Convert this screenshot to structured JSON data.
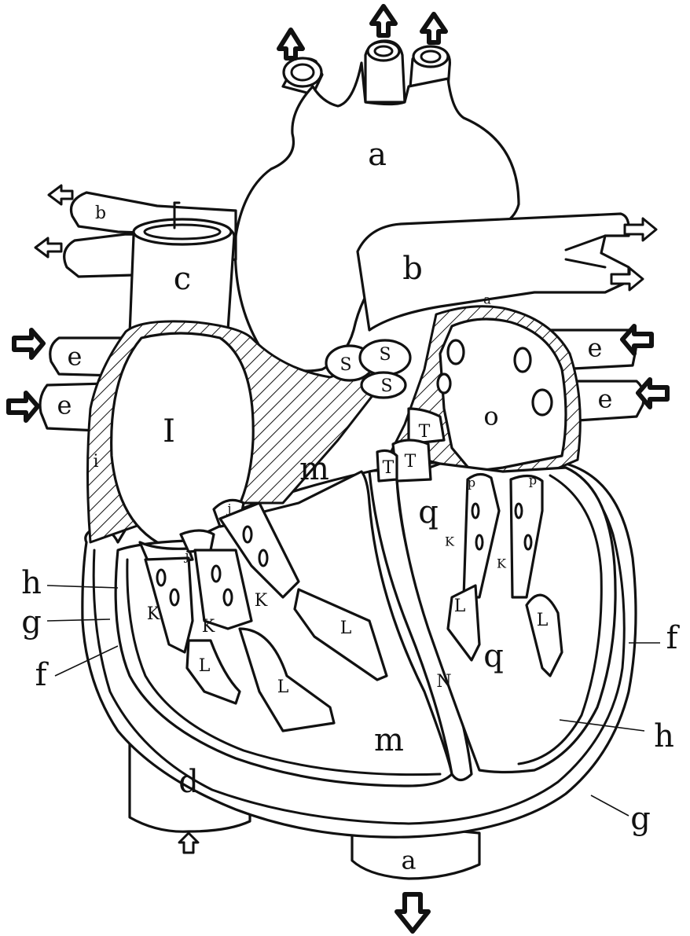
{
  "labels": {
    "a": "a",
    "b": "b",
    "c": "c",
    "d": "d",
    "e": "e",
    "f": "f",
    "g": "g",
    "h": "h",
    "I": "I",
    "i": "i",
    "j": "j",
    "K": "K",
    "L": "L",
    "m": "m",
    "N": "N",
    "o": "o",
    "p": "p",
    "q": "q",
    "S": "S",
    "T": "T"
  },
  "colors": {
    "ink": "#111111",
    "paper": "#ffffff"
  }
}
